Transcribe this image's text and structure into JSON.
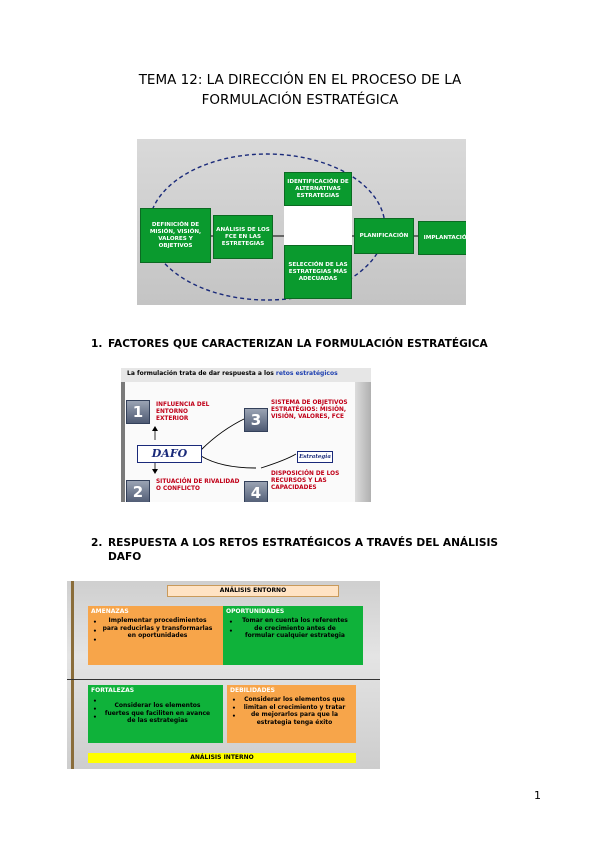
{
  "title": {
    "line1": "TEMA 12: LA DIRECCIÓN EN EL PROCESO DE LA",
    "line2": "FORMULACIÓN ESTRATÉGICA"
  },
  "figure1": {
    "definicion": "DEFINICIÓN DE MISIÓN, VISIÓN, VALORES Y OBJETIVOS",
    "analisis": "ANÁLISIS DE LOS FCE EN LAS ESTRETEGIAS",
    "identificacion": "IDENTIFICACIÓN DE ALTERNATIVAS ESTRATEGIAS",
    "seleccion": "SELECCIÓN DE LAS ESTRATEGIAS MÁS ADECUADAS",
    "planificacion": "PLANIFICACIÓN",
    "implantacion": "IMPLANTACIÓN"
  },
  "section1": {
    "number": "1.",
    "heading": "FACTORES QUE CARACTERIZAN LA FORMULACIÓN ESTRATÉGICA"
  },
  "figure2": {
    "header_text": "La formulación trata de dar respuesta a los",
    "header_highlight": "retos estratégicos",
    "n1": "1",
    "n2": "2",
    "n3": "3",
    "n4": "4",
    "t1": "INFLUENCIA DEL ENTORNO EXTERIOR",
    "t2": "SITUACIÓN DE RIVALIDAD O CONFLICTO",
    "t3": "SISTEMA DE OBJETIVOS ESTRATÉGIOS: MISIÓN, VISIÓN, VALORES, FCE",
    "t4": "DISPOSICIÓN DE LOS RECURSOS Y LAS CAPACIDADES",
    "dafo": "DAFO",
    "estrategia": "Estrategia"
  },
  "section2": {
    "number": "2.",
    "heading_line1": "RESPUESTA A LOS RETOS ESTRATÉGICOS A TRAVÉS DEL ANÁLISIS",
    "heading_line2": "DAFO"
  },
  "figure3": {
    "externo": "ANÁLISIS ENTORNO",
    "interno": "ANÁLISIS INTERNO",
    "amenazas_title": "AMENAZAS",
    "amenazas_text": "Implementar procedimientos para reducirlas y transformarlas en oportunidades",
    "oportunidades_title": "OPORTUNIDADES",
    "oportunidades_text": "Tomar en cuenta los referentes de crecimiento antes de formular cualquier estrategia",
    "fortalezas_title": "FORTALEZAS",
    "fortalezas_text": "Considerar los elementos fuertes que faciliten en avance de las estrategias",
    "debilidades_title": "DEBILIDADES",
    "debilidades_text": "Considerar los elementos que limitan el crecimiento y tratar de mejorarlos para que la estrategia tenga éxito",
    "bullet": "•"
  },
  "page_number": "1",
  "colors": {
    "green": "#0a9a2e",
    "orange": "#f7a54a",
    "yellow": "#ffff00",
    "navy": "#1a2a7a",
    "red": "#c00018"
  }
}
